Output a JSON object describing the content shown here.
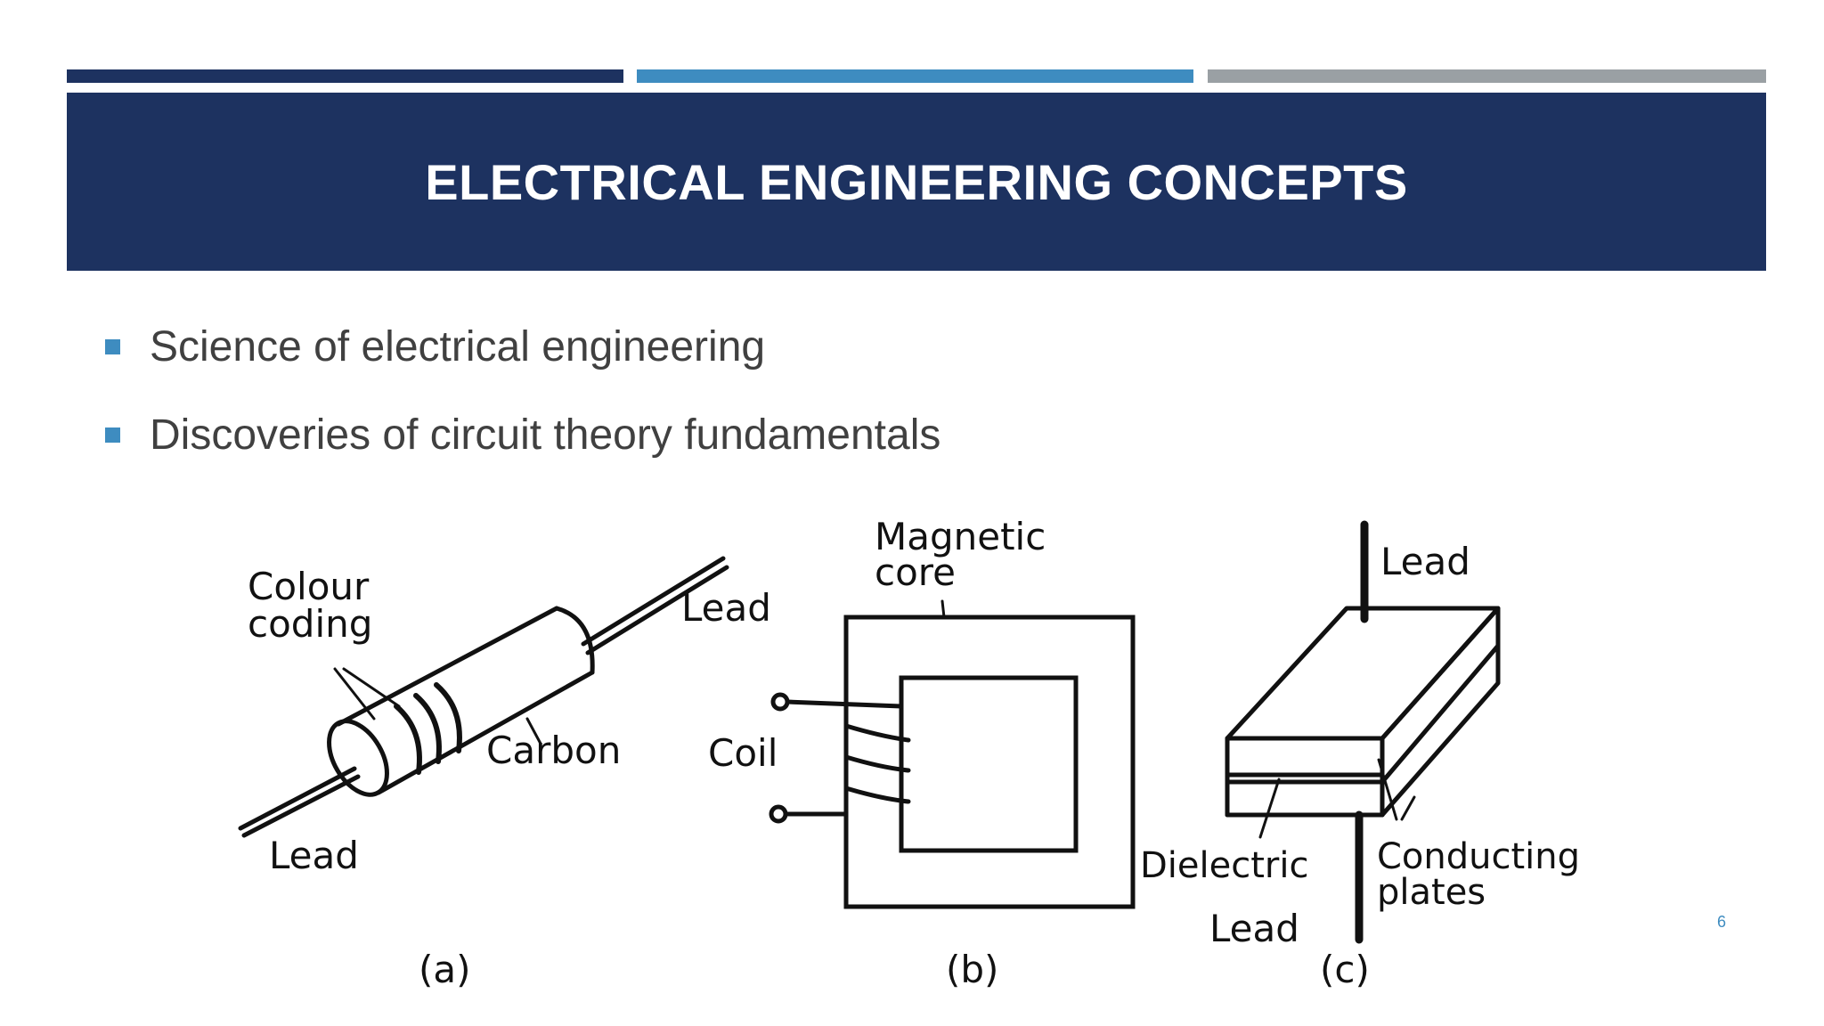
{
  "slide": {
    "title": "ELECTRICAL ENGINEERING CONCEPTS",
    "bullets": [
      "Science of electrical engineering",
      "Discoveries of circuit theory fundamentals"
    ],
    "page_number": "6",
    "colors": {
      "navy": "#1d3260",
      "accent_blue": "#3e8cc0",
      "gray": "#9aa0a4",
      "body_text": "#404040"
    }
  },
  "figure": {
    "resistor": {
      "colour_coding_line1": "Colour",
      "colour_coding_line2": "coding",
      "lead_top": "Lead",
      "carbon": "Carbon",
      "lead_bottom": "Lead",
      "caption": "(a)"
    },
    "inductor": {
      "magnetic_line1": "Magnetic",
      "magnetic_line2": "core",
      "coil": "Coil",
      "caption": "(b)"
    },
    "capacitor": {
      "lead_top": "Lead",
      "dielectric": "Dielectric",
      "conducting_line1": "Conducting",
      "conducting_line2": "plates",
      "lead_bottom": "Lead",
      "caption": "(c)"
    }
  }
}
